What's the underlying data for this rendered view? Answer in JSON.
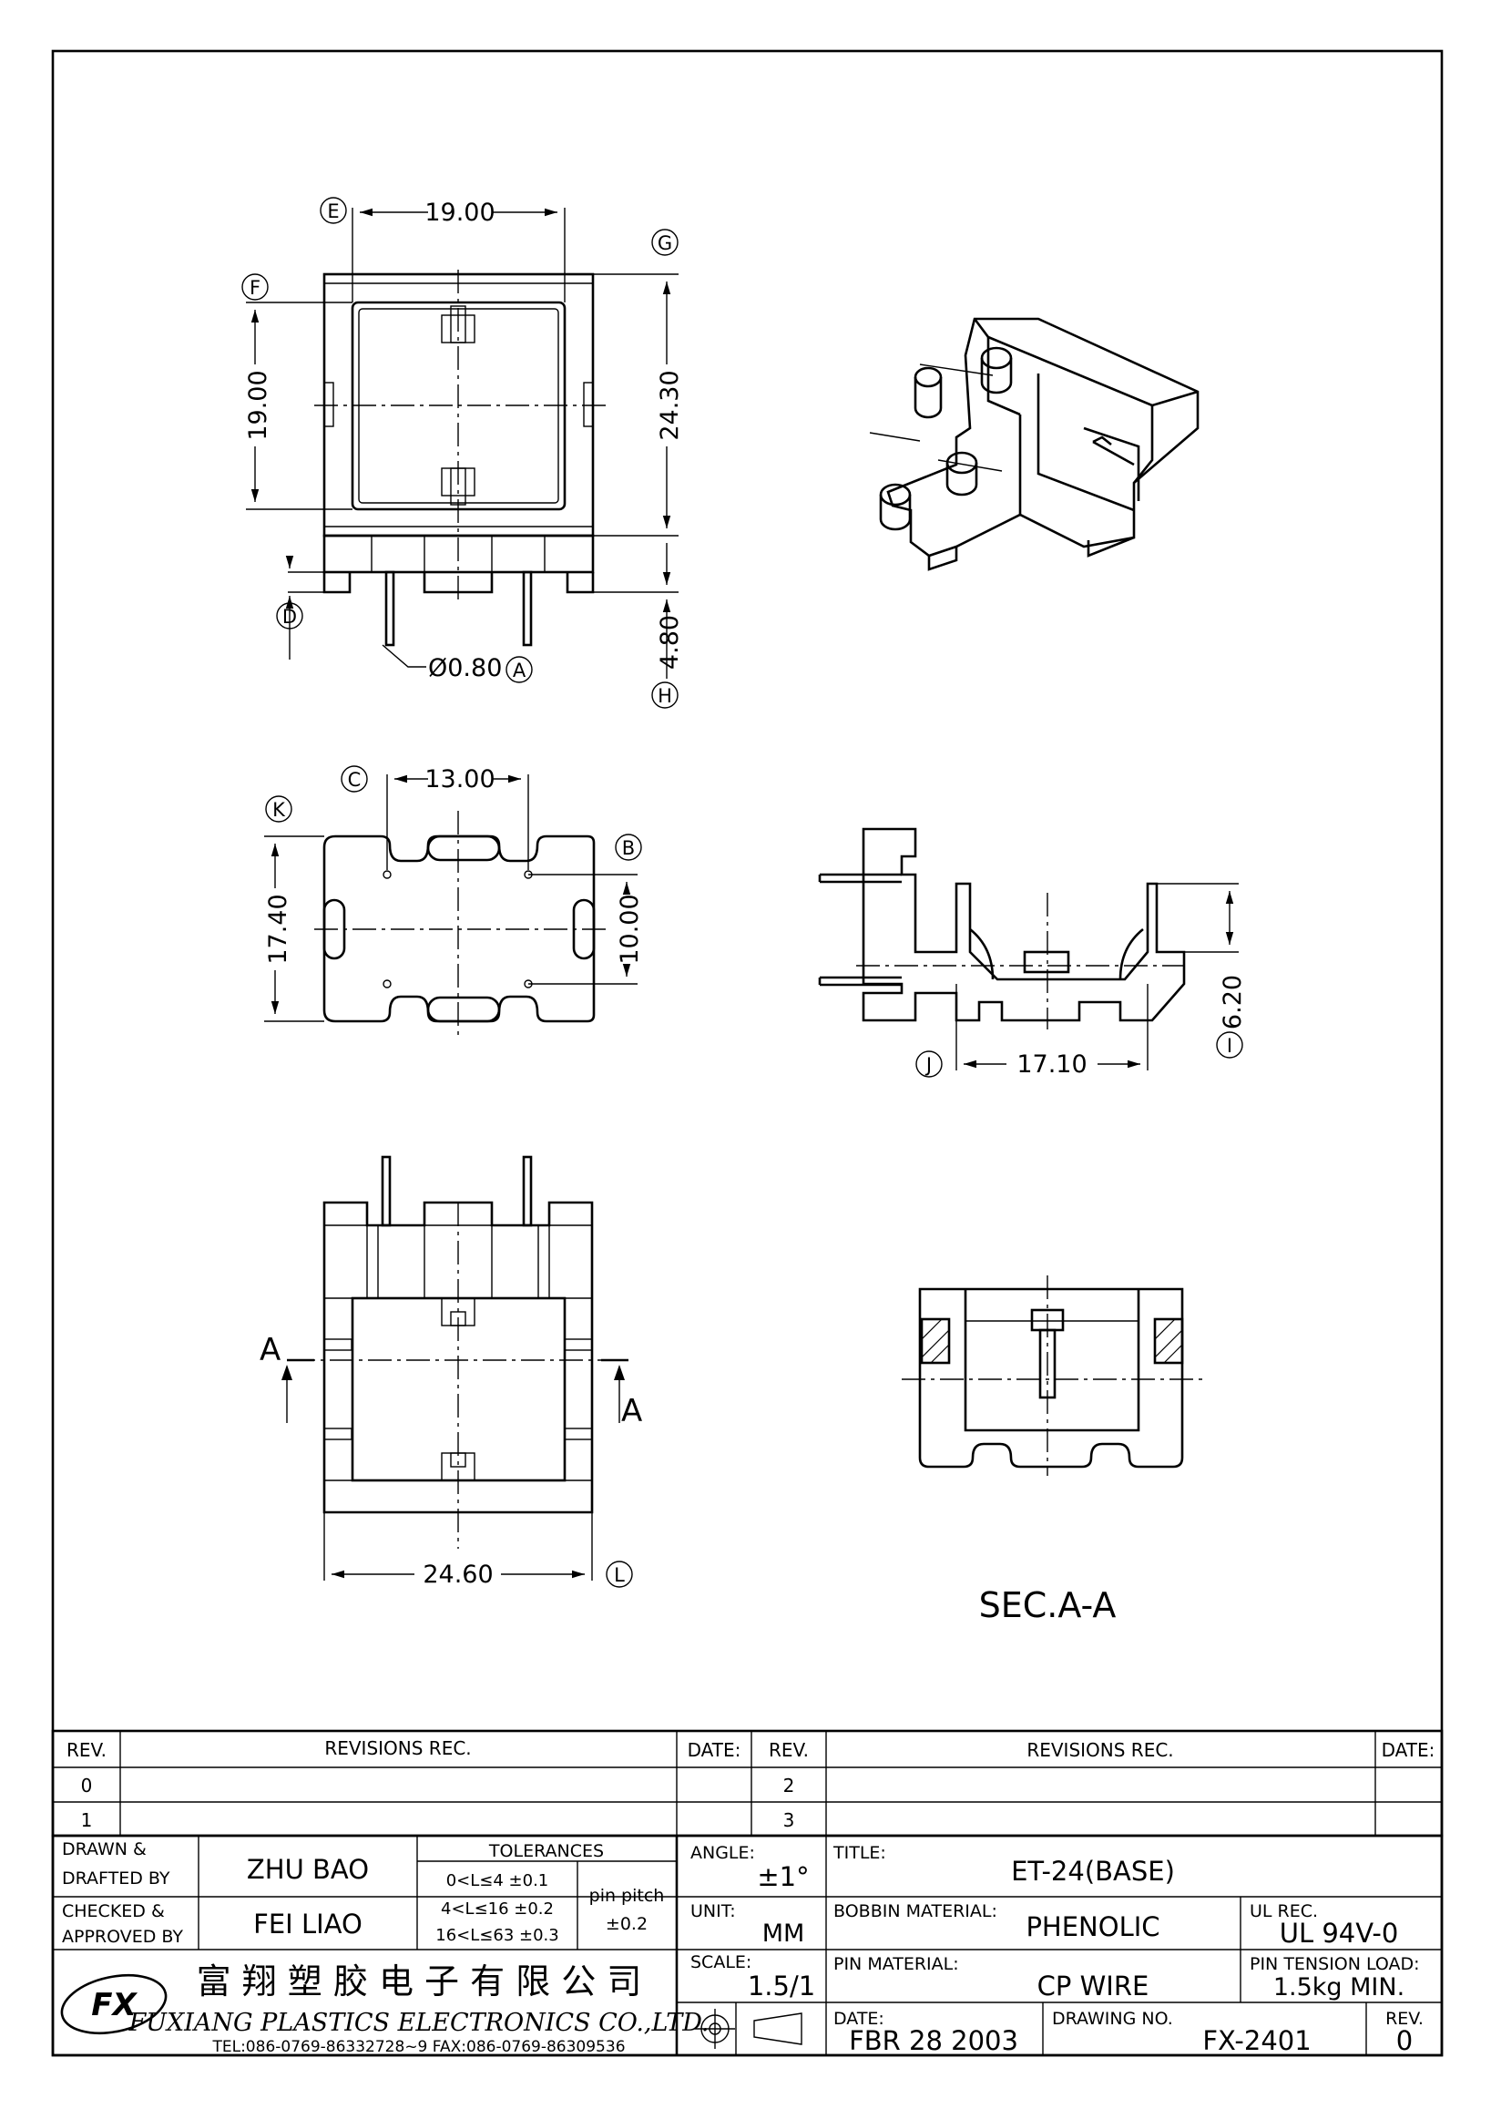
{
  "top_view": {
    "dim_width": "19.00",
    "dim_height_inner": "19.00",
    "dim_height_total": "24.30",
    "dim_pin_length": "4.80",
    "dim_pin_dia": "Ø0.80",
    "markers": [
      "E",
      "F",
      "G",
      "D",
      "A",
      "H"
    ]
  },
  "bottom_view": {
    "dim_pitch": "13.00",
    "dim_height": "17.40",
    "dim_row_pitch": "10.00",
    "markers": [
      "C",
      "K",
      "B"
    ]
  },
  "side_view": {
    "dim_width": "17.10",
    "dim_height": "6.20",
    "markers": [
      "J",
      "I"
    ]
  },
  "front_view": {
    "dim_width": "24.60",
    "section_mark": "A",
    "markers": [
      "L"
    ]
  },
  "section": {
    "label": "SEC.A-A"
  },
  "revisions": {
    "col_rev": "REV.",
    "col_rec": "REVISIONS   REC.",
    "col_date": "DATE:",
    "left_revs": [
      "0",
      "1"
    ],
    "right_revs": [
      "2",
      "3"
    ]
  },
  "title_block": {
    "drawn_label": "DRAWN &\nDRAFTED BY",
    "drawn_label_1": "DRAWN &",
    "drawn_label_2": "DRAFTED BY",
    "drawn_by": "ZHU  BAO",
    "checked_label_1": "CHECKED &",
    "checked_label_2": "APPROVED  BY",
    "checked_by": "FEI  LIAO",
    "tolerances_label": "TOLERANCES",
    "tol_1": "0<L≤4    ±0.1",
    "tol_2": "4<L≤16  ±0.2",
    "tol_3": "16<L≤63  ±0.3",
    "pin_pitch_label": "pin  pitch",
    "pin_pitch_value": "±0.2",
    "angle_label": "ANGLE:",
    "angle_value": "±1°",
    "unit_label": "UNIT:",
    "unit_value": "MM",
    "scale_label": "SCALE:",
    "scale_value": "1.5/1",
    "title_label": "TITLE:",
    "title_value": "ET-24(BASE)",
    "bobbin_label": "BOBBIN  MATERIAL:",
    "bobbin_value": "PHENOLIC",
    "ul_label": "UL  REC.",
    "ul_value": "UL  94V-0",
    "pin_mat_label": "PIN  MATERIAL:",
    "pin_mat_value": "CP  WIRE",
    "pin_tension_label": "PIN  TENSION  LOAD:",
    "pin_tension_value": "1.5kg  MIN.",
    "date_label": "DATE:",
    "date_value": "FBR  28    2003",
    "drawing_no_label": "DRAWING  NO.",
    "drawing_no_value": "FX-2401",
    "rev_label": "REV.",
    "rev_value": "0",
    "company_cn": "富 翔 塑 胶 电 子 有 限 公 司",
    "company_en": "FUXIANG  PLASTICS  ELECTRONICS  CO.,LTD.",
    "contact": "TEL:086-0769-86332728~9   FAX:086-0769-86309536",
    "logo_text": "FX"
  }
}
